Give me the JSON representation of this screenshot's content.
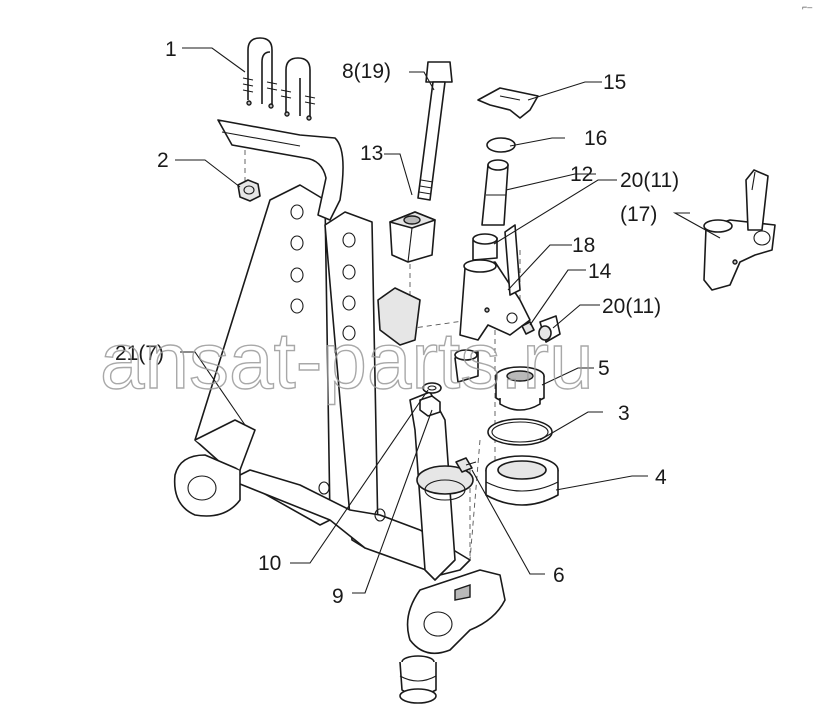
{
  "watermark": "ansat-parts.ru",
  "corner_mark": "⌐–",
  "callouts": {
    "c1": "1",
    "c2": "2",
    "c3": "3",
    "c4": "4",
    "c5": "5",
    "c6": "6",
    "c9": "9",
    "c10": "10",
    "c12": "12",
    "c13": "13",
    "c14": "14",
    "c15": "15",
    "c16": "16",
    "c17": "(17)",
    "c18": "18",
    "c8": "8(19)",
    "c20a": "20(11)",
    "c20b": "20(11)",
    "c21": "21(7)"
  }
}
